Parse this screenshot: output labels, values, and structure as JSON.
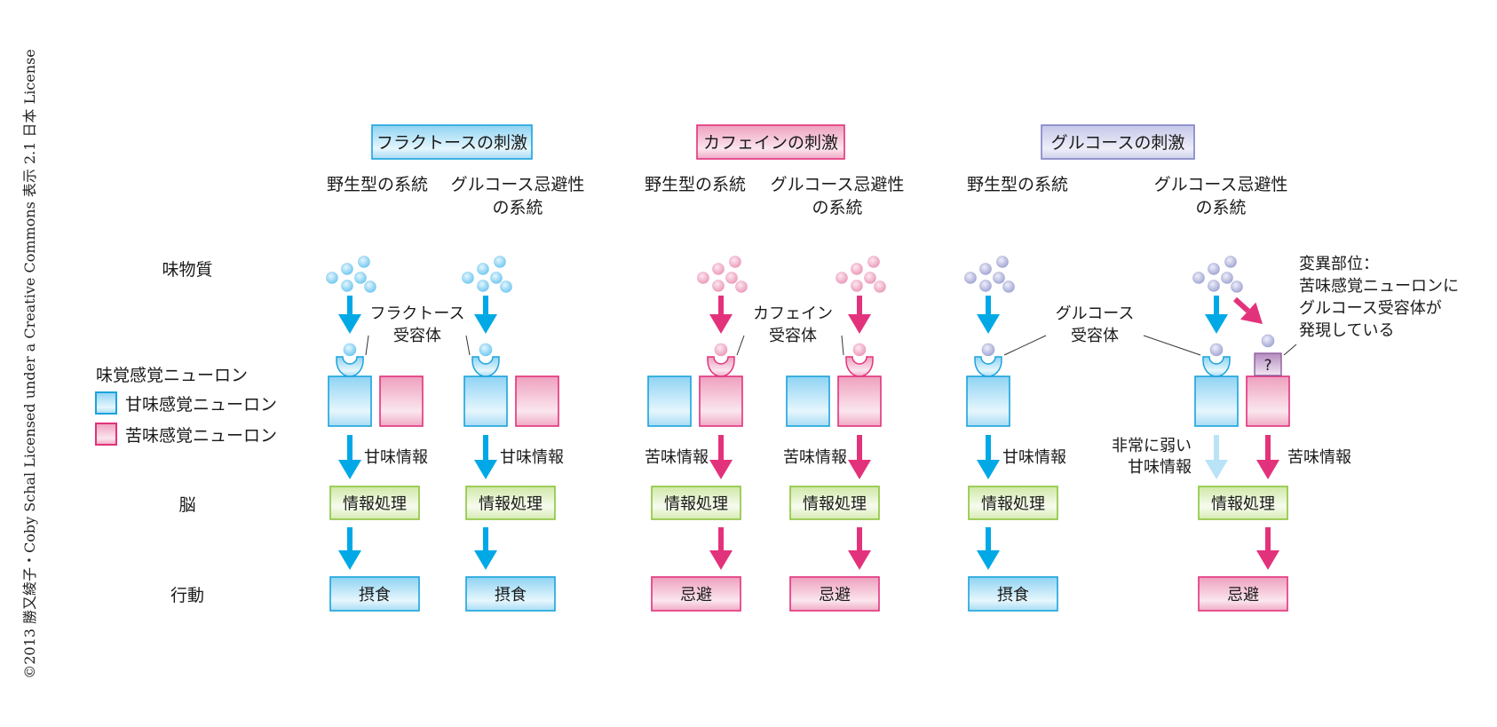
{
  "copyright": "©2013 勝又綾子・Coby Schal Licensed under a Creative Commons 表示 2.1 日本 License",
  "row_labels": {
    "tastant": "味物質",
    "brain": "脳",
    "behavior": "行動"
  },
  "legend": {
    "title": "味覚感覚ニューロン",
    "items": [
      {
        "label": "甘味感覚ニューロン",
        "type": "sweet"
      },
      {
        "label": "苦味感覚ニューロン",
        "type": "bitter"
      }
    ]
  },
  "colors": {
    "sweet": "#00a9e6",
    "sweet_light": "#b9e3f7",
    "bitter": "#e3327c",
    "glucose": "#a8acd6",
    "processing": "#8cc43c"
  },
  "panels": [
    {
      "title": "フラクトースの刺激",
      "stimulus": "fructose",
      "receptor_label": [
        "フラクトース",
        "受容体"
      ],
      "strains": [
        {
          "label": [
            "野生型の系統"
          ],
          "active_neuron": "sweet",
          "info_label": [
            "甘味情報"
          ],
          "info_signal": "sweet",
          "processing": "情報処理",
          "behavior": "摂食",
          "behavior_type": "sweet",
          "neurons": [
            "sweet",
            "bitter"
          ]
        },
        {
          "label": [
            "グルコース忌避性",
            "の系統"
          ],
          "active_neuron": "sweet",
          "info_label": [
            "甘味情報"
          ],
          "info_signal": "sweet",
          "processing": "情報処理",
          "behavior": "摂食",
          "behavior_type": "sweet",
          "neurons": [
            "sweet",
            "bitter"
          ]
        }
      ]
    },
    {
      "title": "カフェインの刺激",
      "stimulus": "caffeine",
      "receptor_label": [
        "カフェイン",
        "受容体"
      ],
      "strains": [
        {
          "label": [
            "野生型の系統"
          ],
          "active_neuron": "bitter",
          "info_label": [
            "苦味情報"
          ],
          "info_signal": "bitter",
          "processing": "情報処理",
          "behavior": "忌避",
          "behavior_type": "bitter",
          "neurons": [
            "sweet",
            "bitter"
          ]
        },
        {
          "label": [
            "グルコース忌避性",
            "の系統"
          ],
          "active_neuron": "bitter",
          "info_label": [
            "苦味情報"
          ],
          "info_signal": "bitter",
          "processing": "情報処理",
          "behavior": "忌避",
          "behavior_type": "bitter",
          "neurons": [
            "sweet",
            "bitter"
          ]
        }
      ]
    },
    {
      "title": "グルコースの刺激",
      "stimulus": "glucose",
      "receptor_label": [
        "グルコース",
        "受容体"
      ],
      "strains": [
        {
          "label": [
            "野生型の系統"
          ],
          "active_neuron": "sweet",
          "info_label": [
            "甘味情報"
          ],
          "info_signal": "sweet",
          "processing": "情報処理",
          "behavior": "摂食",
          "behavior_type": "sweet",
          "neurons": [
            "sweet"
          ]
        },
        {
          "label": [
            "グルコース忌避性",
            "の系統"
          ],
          "active_neuron": "both",
          "weak_info_label": [
            "非常に弱い",
            "甘味情報"
          ],
          "info_label": [
            "苦味情報"
          ],
          "info_signal": "bitter",
          "processing": "情報処理",
          "behavior": "忌避",
          "behavior_type": "bitter",
          "neurons": [
            "sweet",
            "bitter"
          ],
          "mutant_receptor_symbol": "?",
          "mutation_note": [
            "変異部位：",
            "苦味感覚ニューロンに",
            "グルコース受容体が",
            "発現している"
          ]
        }
      ]
    }
  ]
}
